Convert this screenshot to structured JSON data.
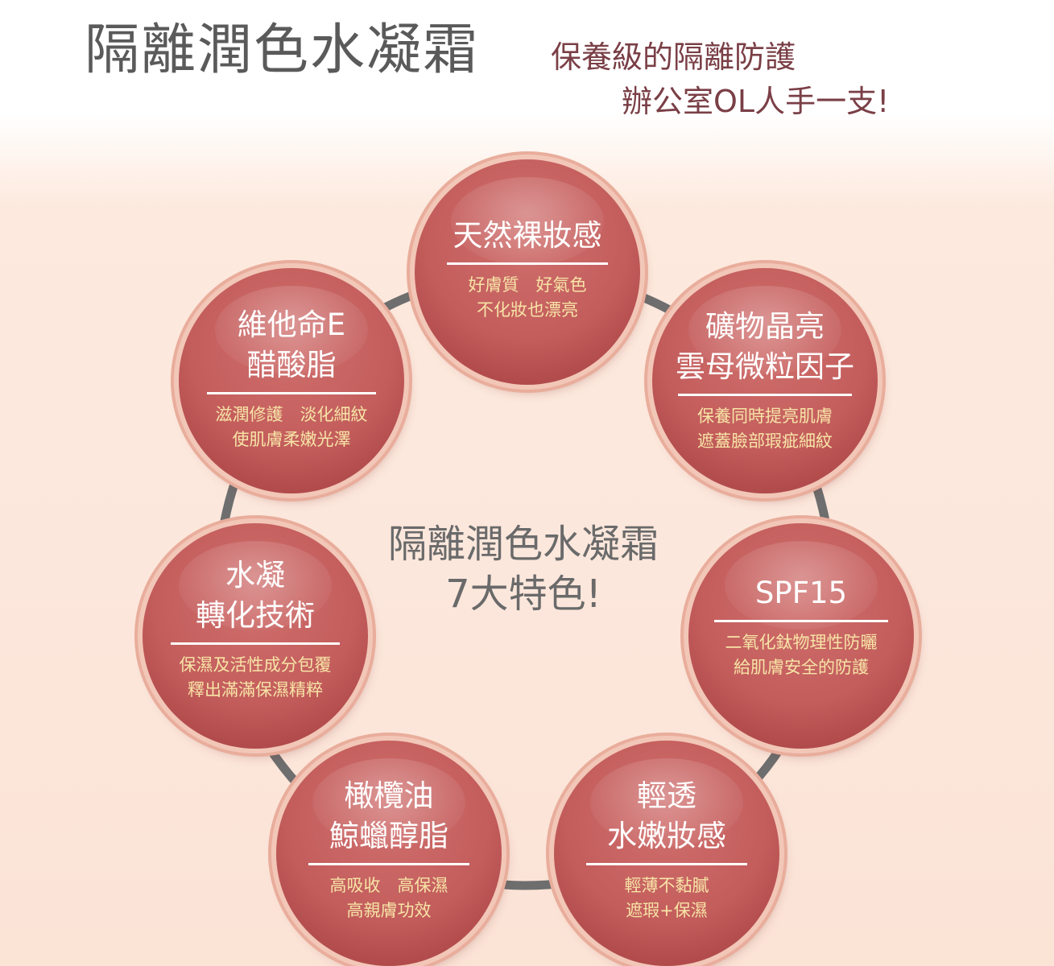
{
  "title": "隔離潤色水凝霜",
  "tagline": [
    "保養級的隔離防護",
    "辦公室OL人手一支!"
  ],
  "center": {
    "line1": "隔離潤色水凝霜",
    "line2": "7大特色!"
  },
  "features": [
    {
      "heading": [
        "天然裸妝感"
      ],
      "sub": [
        "好膚質　好氣色",
        "不化妝也漂亮"
      ]
    },
    {
      "heading": [
        "礦物晶亮",
        "雲母微粒因子"
      ],
      "sub": [
        "保養同時提亮肌膚",
        "遮蓋臉部瑕疵細紋"
      ]
    },
    {
      "heading": [
        "SPF15"
      ],
      "sub": [
        "二氧化鈦物理性防曬",
        "給肌膚安全的防護"
      ]
    },
    {
      "heading": [
        "輕透",
        "水嫩妝感"
      ],
      "sub": [
        "輕薄不黏膩",
        "遮瑕+保濕"
      ]
    },
    {
      "heading": [
        "橄欖油",
        "鯨蠟醇脂"
      ],
      "sub": [
        "高吸收　高保濕",
        "高親膚功效"
      ]
    },
    {
      "heading": [
        "水凝",
        "轉化技術"
      ],
      "sub": [
        "保濕及活性成分包覆",
        "釋出滿滿保濕精粹"
      ]
    },
    {
      "heading": [
        "維他命E",
        "醋酸脂"
      ],
      "sub": [
        "滋潤修護　淡化細紋",
        "使肌膚柔嫩光澤"
      ]
    }
  ],
  "colors": {
    "bubble": "#c35d5c",
    "ring": "#6e6e6e",
    "sub_text": "#f7e4a6",
    "tagline": "#7a3f46"
  }
}
